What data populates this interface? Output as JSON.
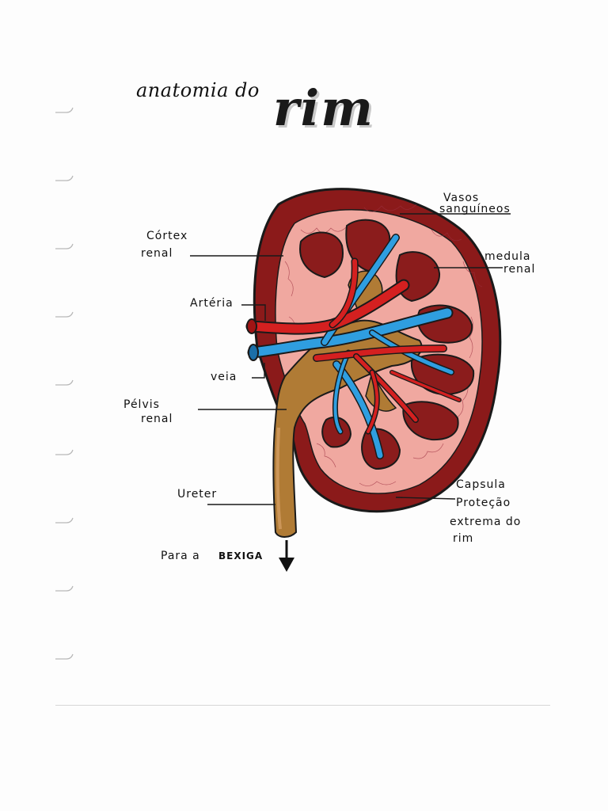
{
  "title": {
    "prefix": "anatomia do",
    "main": "rim"
  },
  "labels": {
    "vasos_line1": "Vasos",
    "vasos_line2": "sanguíneos",
    "cortex_line1": "Córtex",
    "cortex_line2": "renal",
    "medula_line1": "medula",
    "medula_line2": "renal",
    "arteria": "Artéria",
    "veia": "veia",
    "pelvis_line1": "Pélvis",
    "pelvis_line2": "renal",
    "ureter": "Ureter",
    "capsula_line1": "Capsula",
    "capsula_line2": "Proteção",
    "capsula_line3": "extrema do",
    "capsula_line4": "rim",
    "bexiga_prefix": "Para a",
    "bexiga_word": "BEXIGA"
  },
  "colors": {
    "capsule": "#8b1a1a",
    "cortex": "#f0a8a0",
    "medulla": "#8b1c1c",
    "pelvis": "#b07b35",
    "artery": "#d42020",
    "vein": "#2f9ee0",
    "outline": "#1a1a1a"
  }
}
